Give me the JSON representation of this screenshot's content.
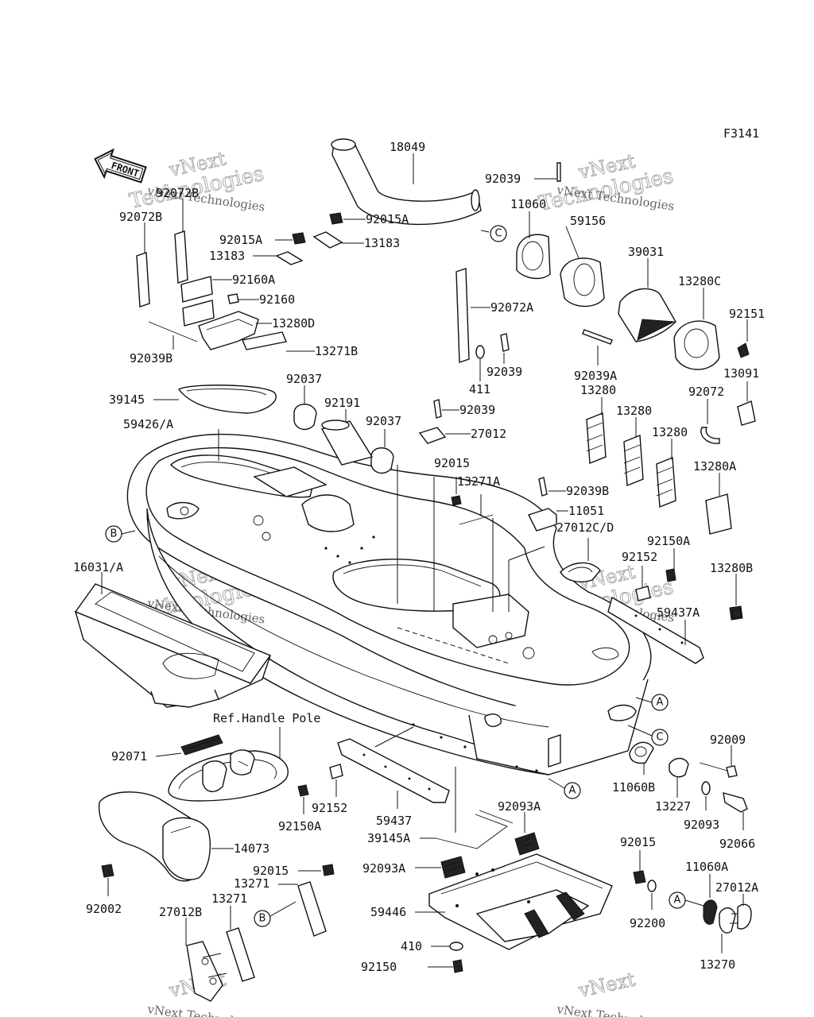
{
  "figure_code": "F3141",
  "front_label": "FRONT",
  "note": "Ref.Handle Pole",
  "watermark": {
    "line1": "vNext",
    "line2": "Technologies",
    "small": "vNext Technologies"
  },
  "callouts": {
    "A": "A",
    "B": "B",
    "C": "C"
  },
  "parts": {
    "p18049": "18049",
    "p92039_top": "92039",
    "p11060": "11060",
    "p59156": "59156",
    "p39031": "39031",
    "p13280C": "13280C",
    "p92151": "92151",
    "p13091": "13091",
    "p92072B_a": "92072B",
    "p92072B_b": "92072B",
    "p92015A_a": "92015A",
    "p92015A_b": "92015A",
    "p13183_a": "13183",
    "p13183_b": "13183",
    "p92160A": "92160A",
    "p92160": "92160",
    "p13280D": "13280D",
    "p92039B_left": "92039B",
    "p13271B": "13271B",
    "p92072A": "92072A",
    "p92039_mid": "92039",
    "p411": "411",
    "p92039A": "92039A",
    "p13280_a": "13280",
    "p13280_b": "13280",
    "p13280_c": "13280",
    "p92072": "92072",
    "p13280A": "13280A",
    "p39145": "39145",
    "p92037_a": "92037",
    "p92191": "92191",
    "p92037_b": "92037",
    "p92039_lower": "92039",
    "p27012": "27012",
    "p59426": "59426/A",
    "p92015_mid": "92015",
    "p13271A": "13271A",
    "p92039B_right": "92039B",
    "p11051": "11051",
    "p27012CD": "27012C/D",
    "p92150A_right": "92150A",
    "p92152_right": "92152",
    "p13280B": "13280B",
    "p16031": "16031/A",
    "p59437A": "59437A",
    "p92071": "92071",
    "p92150A_left": "92150A",
    "p92152_left": "92152",
    "p59437": "59437",
    "p92093A_a": "92093A",
    "p39145A": "39145A",
    "p92093A_b": "92093A",
    "p14073": "14073",
    "p92015_low": "92015",
    "p13271_a": "13271",
    "p13271_b": "13271",
    "p92002": "92002",
    "p27012B": "27012B",
    "p59446": "59446",
    "p410": "410",
    "p92150": "92150",
    "p11060B": "11060B",
    "p92009": "92009",
    "p13227": "13227",
    "p92093": "92093",
    "p92066": "92066",
    "p92015_right": "92015",
    "p11060A": "11060A",
    "p27012A": "27012A",
    "p92200": "92200",
    "p13270": "13270"
  }
}
